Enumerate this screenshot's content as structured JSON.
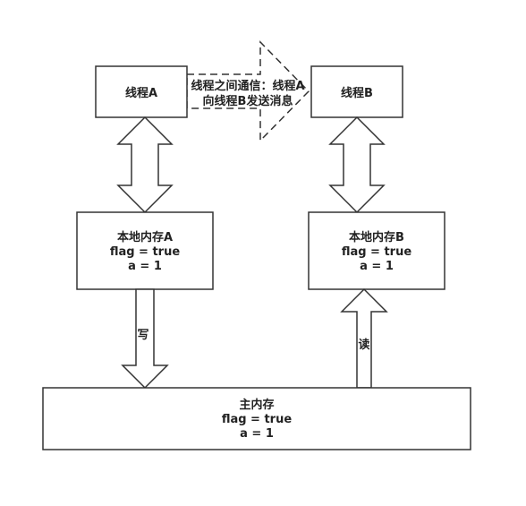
{
  "thread_a": {
    "label": "线程A"
  },
  "thread_b": {
    "label": "线程B"
  },
  "communication": {
    "line1": "线程之间通信：线程A",
    "line2": "向线程B发送消息"
  },
  "local_memory_a": {
    "title": "本地内存A",
    "flag": "flag = true",
    "a": "a = 1"
  },
  "local_memory_b": {
    "title": "本地内存B",
    "flag": "flag = true",
    "a": "a = 1"
  },
  "main_memory": {
    "title": "主内存",
    "flag": "flag = true",
    "a": "a = 1"
  },
  "write_label": "写",
  "read_label": "读"
}
